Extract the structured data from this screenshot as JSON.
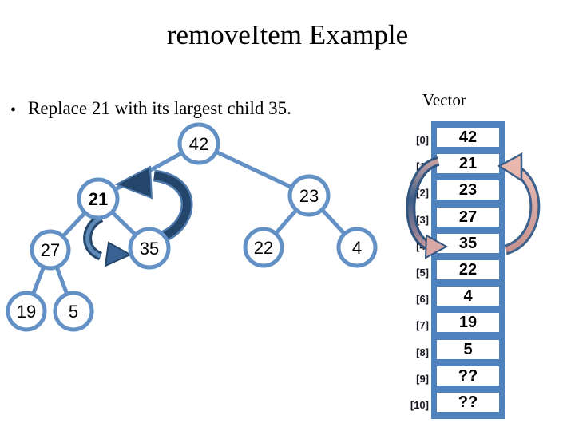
{
  "slide": {
    "title": "removeItem Example",
    "bullet_glyph": "•",
    "bullet_text": "Replace 21 with its largest child 35."
  },
  "tree": {
    "nodes": [
      {
        "label": "42"
      },
      {
        "label": "21"
      },
      {
        "label": "23"
      },
      {
        "label": "27"
      },
      {
        "label": "35"
      },
      {
        "label": "22"
      },
      {
        "label": "4"
      },
      {
        "label": "19"
      },
      {
        "label": "5"
      }
    ],
    "edges": [
      [
        "42",
        "21"
      ],
      [
        "42",
        "23"
      ],
      [
        "21",
        "27"
      ],
      [
        "21",
        "35"
      ],
      [
        "23",
        "22"
      ],
      [
        "23",
        "4"
      ],
      [
        "27",
        "19"
      ],
      [
        "27",
        "5"
      ]
    ],
    "highlighted_node": "21"
  },
  "vector": {
    "title": "Vector",
    "indices": [
      "[0]",
      "[1]",
      "[2]",
      "[3]",
      "[4]",
      "[5]",
      "[6]",
      "[7]",
      "[8]",
      "[9]",
      "[10]"
    ],
    "values": [
      "42",
      "21",
      "23",
      "27",
      "35",
      "22",
      "4",
      "19",
      "5",
      "??",
      "??"
    ],
    "swap_between": [
      "[1]",
      "[4]"
    ]
  },
  "icons": {
    "tree_large_swap": "curved-swap-arrow-ccw",
    "tree_small_swap": "curved-swap-arrow-small",
    "vector_left_swap": "curved-arrow-down-to-index4",
    "vector_right_swap": "curved-arrow-up-to-index1"
  },
  "colors": {
    "tree_stroke": "#6390C5",
    "vector_frame": "#4F81BD",
    "arrow_navy": "#24466B",
    "arrow_navy_light": "#4E79AC",
    "arrow_pink": "#D9A8A4",
    "text": "#000000"
  }
}
